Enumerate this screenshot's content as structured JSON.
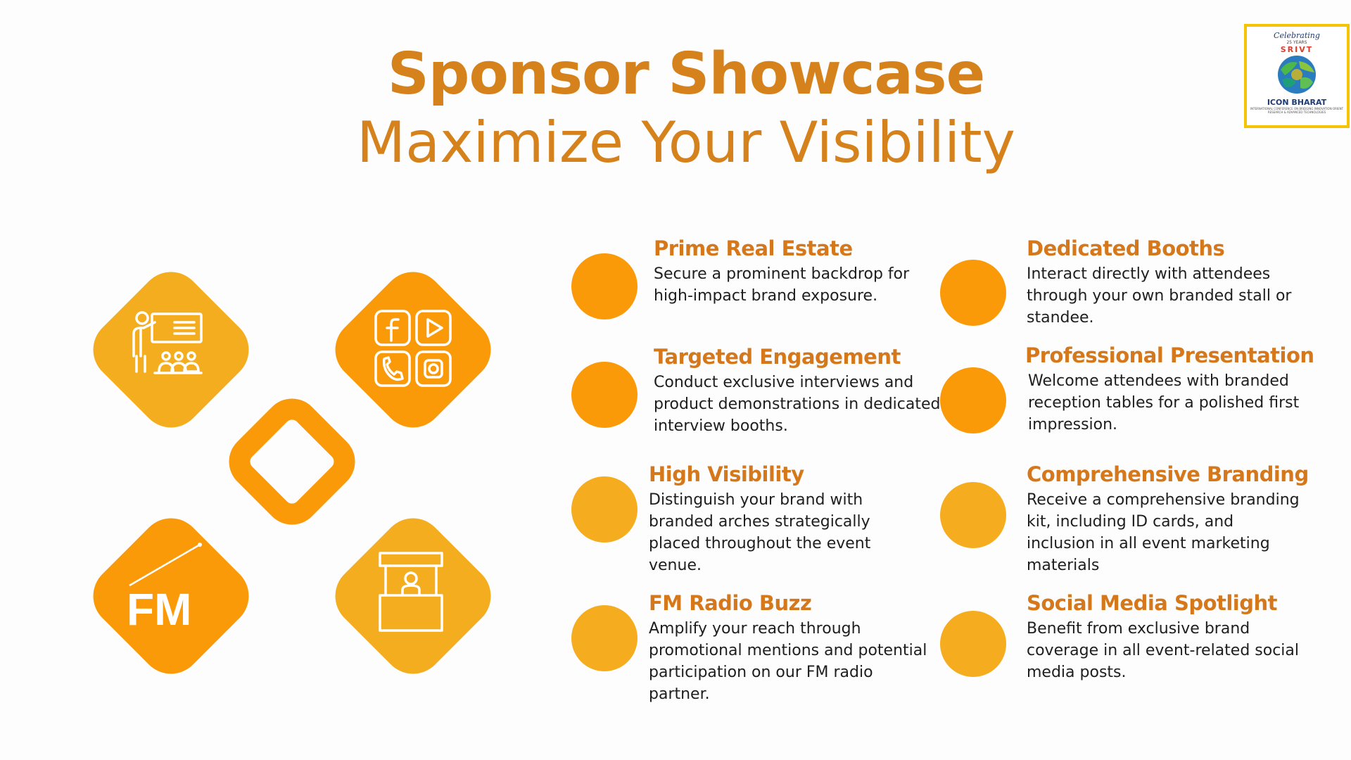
{
  "header": {
    "title": "Sponsor Showcase",
    "subtitle": "Maximize Your Visibility"
  },
  "logo": {
    "celebrating": "Celebrating",
    "years": "25 YEARS",
    "srivt": "SRIVT",
    "name": "ICON BHARAT",
    "tagline": "INTERNATIONAL CONFERENCE ON BRIDGING INNOVATION ORIENT RESEARCH & ADVANCED TECHNOLOGIES"
  },
  "colors": {
    "title": "#d6821c",
    "accent_dark": "#fb9a08",
    "accent_light": "#f4ad1e",
    "heading": "#d5781b"
  },
  "graphic": {
    "icons": [
      "presentation-icon",
      "social-media-icon",
      "fm-radio-icon",
      "booth-icon"
    ],
    "fm_label": "FM"
  },
  "features": [
    {
      "title": "Prime Real Estate",
      "desc": "Secure a prominent backdrop for high-impact brand exposure."
    },
    {
      "title": "Dedicated Booths",
      "desc": "Interact directly with attendees through your own branded stall or standee."
    },
    {
      "title": "Targeted Engagement",
      "desc": "Conduct exclusive interviews and product demonstrations in dedicated interview booths."
    },
    {
      "title": "Professional Presentation",
      "desc": "Welcome attendees with branded reception tables for a polished first impression."
    },
    {
      "title": "High Visibility",
      "desc": "Distinguish your brand with branded arches strategically placed throughout the event venue."
    },
    {
      "title": "Comprehensive Branding",
      "desc": "Receive a comprehensive branding kit, including ID cards, and inclusion in all event marketing materials"
    },
    {
      "title": "FM Radio Buzz",
      "desc": "Amplify your reach through promotional mentions and potential participation on our FM radio partner."
    },
    {
      "title": "Social Media Spotlight",
      "desc": "Benefit from exclusive brand coverage in all event-related social media posts."
    }
  ]
}
